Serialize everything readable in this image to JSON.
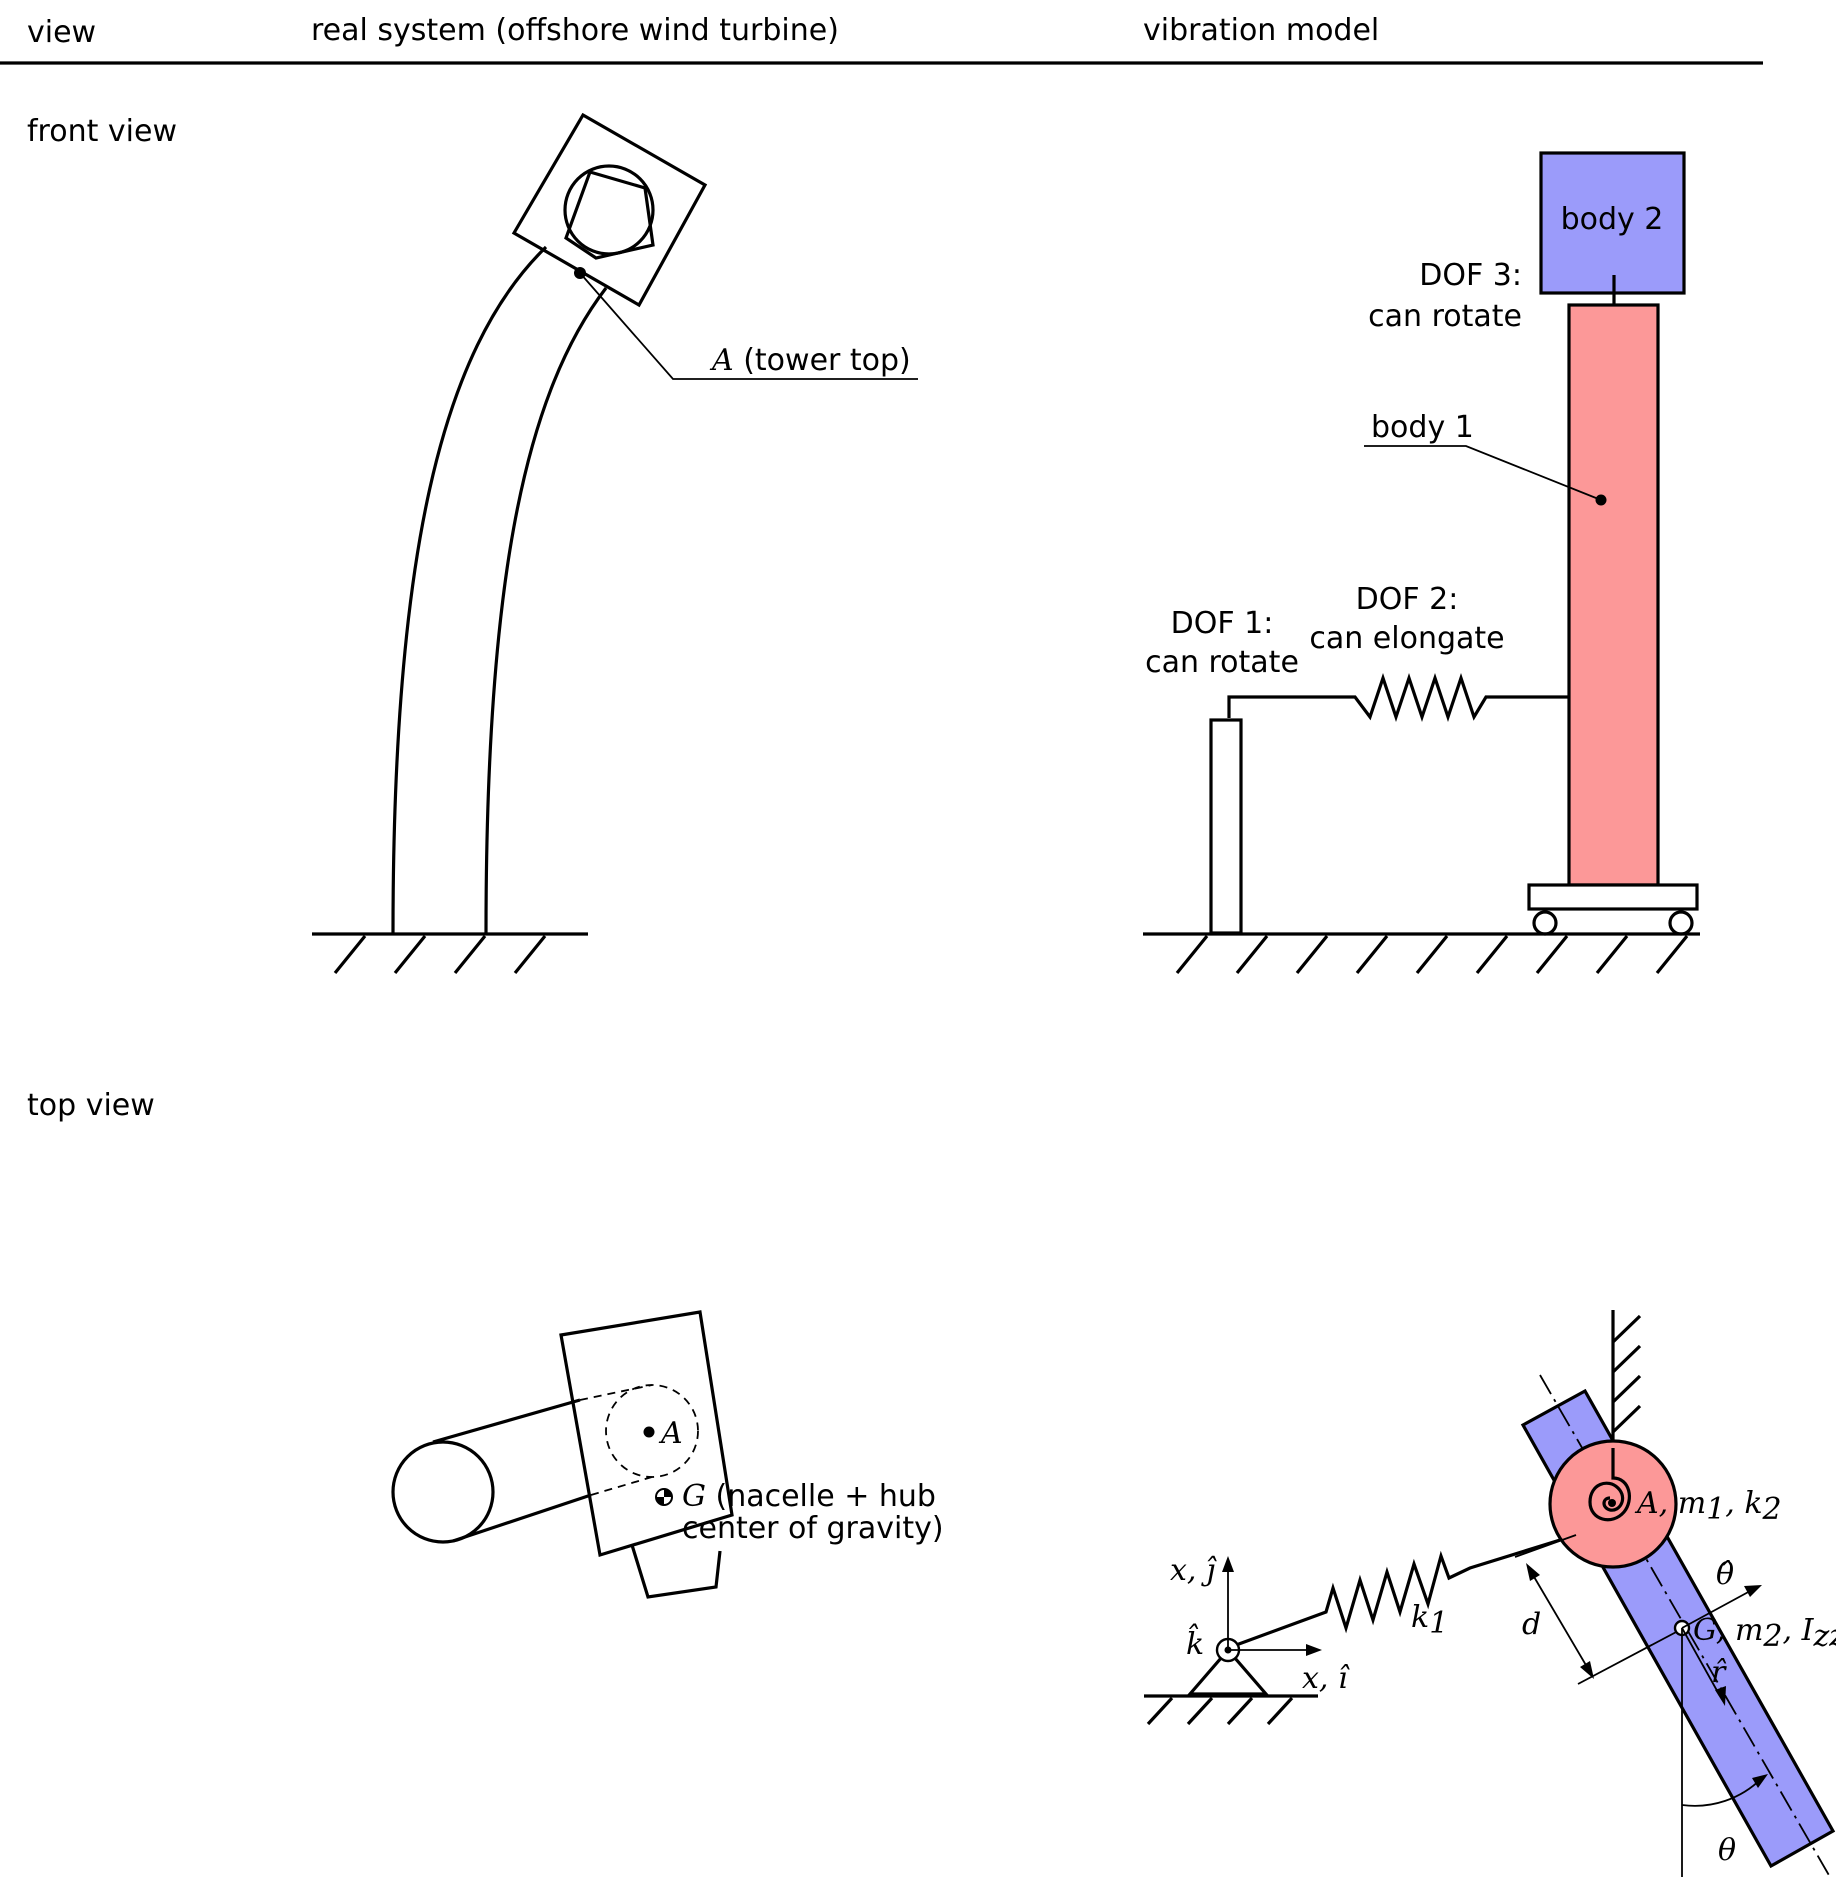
{
  "header": {
    "col_view": "view",
    "col_real": "real system (offshore wind turbine)",
    "col_model": "vibration model"
  },
  "rows": {
    "front": "front view",
    "top": "top view"
  },
  "front_real": {
    "label_A_italic": "A",
    "label_A_rest": " (tower top)"
  },
  "front_model": {
    "body2": "body 2",
    "body1": "body 1",
    "dof3_l1": "DOF 3:",
    "dof3_l2": "can rotate",
    "dof2_l1": "DOF 2:",
    "dof2_l2": "can elongate",
    "dof1_l1": "DOF 1:",
    "dof1_l2": "can rotate",
    "body1_color": "#fc9898",
    "body2_color": "#9b9bfa"
  },
  "top_real": {
    "label_A": "A",
    "label_G_italic": "G",
    "label_G_rest1": " (nacelle + hub",
    "label_G_rest2": "center of gravity)"
  },
  "top_model": {
    "label_A_m1_k2": "A, m",
    "sub_1": "1",
    "comma_k": ", k",
    "sub_2": "2",
    "label_G": "G, m",
    "sub_g2": "2",
    "comma_I": ", I",
    "sub_zz": "zz",
    "label_d": "d",
    "label_k1": "k",
    "sub_k1": "1",
    "label_theta": "θ",
    "label_theta_hat": "θ̂",
    "label_r_hat": "r̂",
    "label_xj": "x, ĵ",
    "label_xi": "x, î",
    "label_k_hat": "k̂"
  }
}
